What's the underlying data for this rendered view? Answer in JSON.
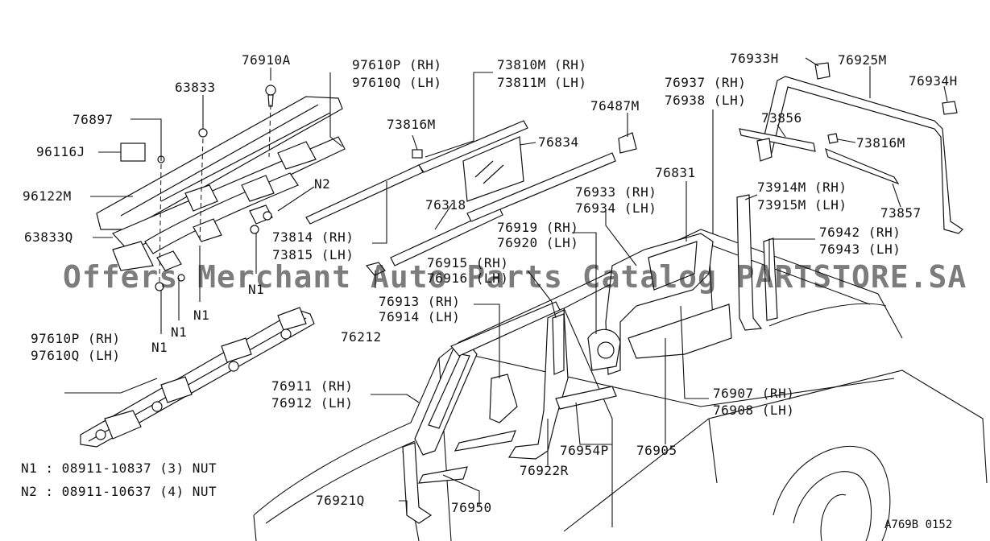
{
  "watermark": "Offers Merchant Auto Parts Catalog PARTSTORE.SA",
  "reference": "A769B 0152",
  "legend": {
    "n1": "N1 : 08911-10837 (3) NUT",
    "n2": "N2 : 08911-10637 (4) NUT"
  },
  "callouts": {
    "p76910A": "76910A",
    "p63833": "63833",
    "p76897": "76897",
    "p96116J": "96116J",
    "p96122M": "96122M",
    "p63833Q": "63833Q",
    "n2": "N2",
    "n1a": "N1",
    "n1b": "N1",
    "n1c": "N1",
    "n1d": "N1",
    "p97610_top_rh": "97610P (RH)",
    "p97610_top_lh": "97610Q (LH)",
    "p97610_bot_rh": "97610P (RH)",
    "p97610_bot_lh": "97610Q (LH)",
    "p73810M": "73810M (RH)",
    "p73811M": "73811M (LH)",
    "p73816M_a": "73816M",
    "p76834": "76834",
    "p76318": "76318",
    "p73814": "73814  (RH)",
    "p73815": "73815  (LH)",
    "p76487M": "76487M",
    "p76933H": "76933H",
    "p76925M": "76925M",
    "p76934H": "76934H",
    "p76937": "76937 (RH)",
    "p76938": "76938 (LH)",
    "p73856": "73856",
    "p73816M_b": "73816M",
    "p73857": "73857",
    "p73914M": "73914M (RH)",
    "p73915M": "73915M (LH)",
    "p76831": "76831",
    "p76933": "76933 (RH)",
    "p76934": "76934 (LH)",
    "p76919": "76919 (RH)",
    "p76920": "76920 (LH)",
    "p76915": "76915 (RH)",
    "p76916": "76916 (LH)",
    "p76942": "76942 (RH)",
    "p76943": "76943 (LH)",
    "p76212": "76212",
    "p76913": "76913 (RH)",
    "p76914": "76914 (LH)",
    "p76911": "76911 (RH)",
    "p76912": "76912 (LH)",
    "p76907": "76907 (RH)",
    "p76908": "76908 (LH)",
    "p76954P": "76954P",
    "p76905": "76905",
    "p76922R": "76922R",
    "p76921Q": "76921Q",
    "p76950": "76950"
  }
}
